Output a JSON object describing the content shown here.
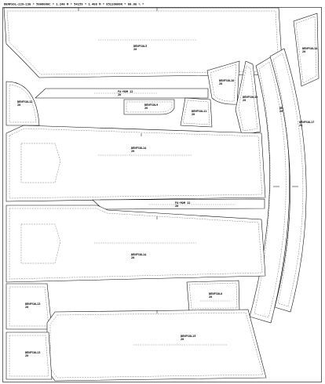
{
  "marker": {
    "header": "DENFSOL-229-238 * 5006000C * 1.248 M * 54159 * 1.488 M * 85116880N * 80.08 % *",
    "pieces": [
      {
        "id": "p1",
        "code": "DENFSOL5",
        "size": "28"
      },
      {
        "id": "p2",
        "code": "DENFSOL14",
        "size": "28"
      },
      {
        "id": "p3",
        "code": "DENFSOL12",
        "size": "28"
      },
      {
        "id": "p4",
        "code": "FA-MOM 12",
        "size": "28"
      },
      {
        "id": "p5",
        "code": "DENFSOL9",
        "size": "28"
      },
      {
        "id": "p6",
        "code": "DENFSOL10",
        "size": "28"
      },
      {
        "id": "p7",
        "code": "DENFSOL11",
        "size": "28"
      },
      {
        "id": "p8",
        "code": "DENFSOL16",
        "size": "28"
      },
      {
        "id": "p9",
        "code": "DENFSOL7",
        "size": "28"
      },
      {
        "id": "p10",
        "code": "DENFSOL17",
        "size": "28"
      },
      {
        "id": "p11",
        "code": "DENFSOL14",
        "size": "28"
      },
      {
        "id": "p12",
        "code": "FA-MOM 12",
        "size": "28"
      },
      {
        "id": "p13",
        "code": "DENFSOL14",
        "size": "28"
      },
      {
        "id": "p14",
        "code": "DENFSOL8",
        "size": "28"
      },
      {
        "id": "p15",
        "code": "DENFSOL13",
        "size": "28"
      },
      {
        "id": "p16",
        "code": "DENFSOL15",
        "size": "28"
      },
      {
        "id": "p17",
        "code": "DENFSOL13",
        "size": "28"
      }
    ]
  }
}
